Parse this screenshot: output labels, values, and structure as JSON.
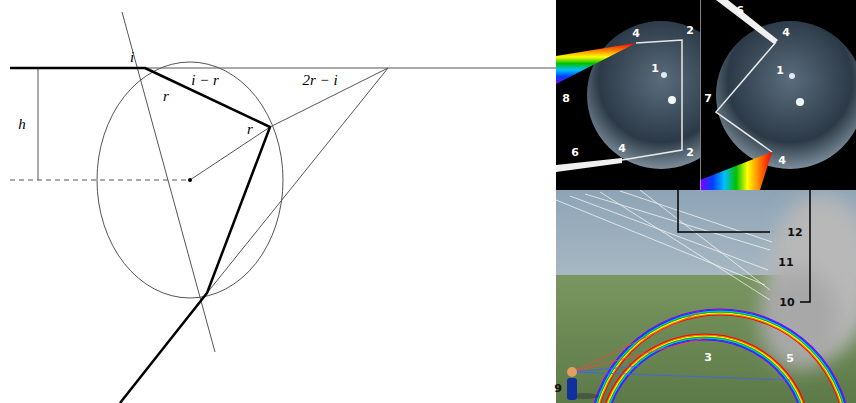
{
  "diagram": {
    "labels": [
      "i",
      "r",
      "i − r",
      "2r − i",
      "h",
      "r",
      "4",
      "2",
      "1",
      "8",
      "2",
      "6",
      "4",
      "6",
      "4",
      "7",
      "1",
      "4",
      "12",
      "11",
      "10",
      "3",
      "5",
      "9"
    ]
  }
}
